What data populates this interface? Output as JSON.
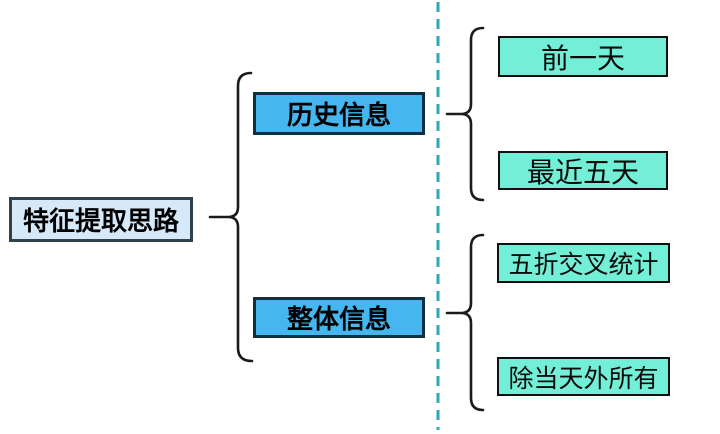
{
  "diagram": {
    "title": "feature-extraction mind map",
    "root": {
      "label": "特征提取思路"
    },
    "branches": [
      {
        "label": "历史信息",
        "children": [
          {
            "label": "前一天"
          },
          {
            "label": "最近五天"
          }
        ]
      },
      {
        "label": "整体信息",
        "children": [
          {
            "label": "五折交叉统计"
          },
          {
            "label": "除当天外所有"
          }
        ]
      }
    ],
    "colors": {
      "root_fill": "#D6E9F8",
      "branch_fill": "#45B6F0",
      "leaf_fill": "#74EFD7",
      "root_border": "#32424C",
      "branch_border": "#0F2E3F",
      "leaf_border": "#101010",
      "brace_stroke": "#1B1B1B",
      "divider_dash": "#2FA6BA",
      "background": "#FFFFFF"
    }
  }
}
